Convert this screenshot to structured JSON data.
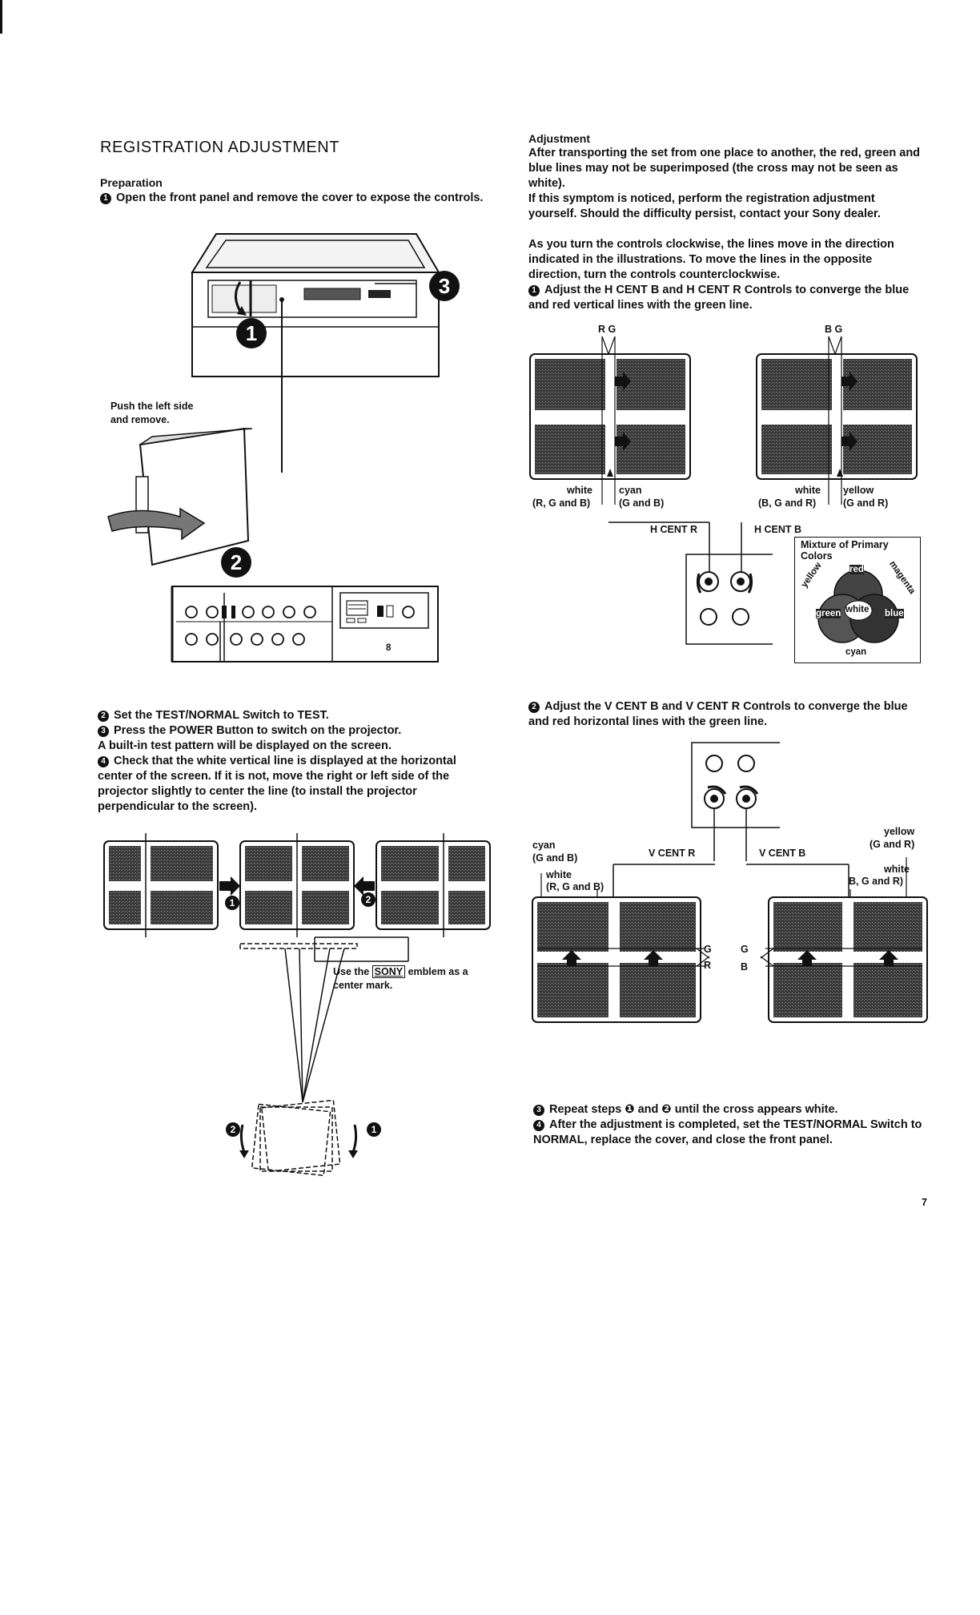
{
  "left": {
    "title": "REGISTRATION ADJUSTMENT",
    "preparation_heading": "Preparation",
    "step1": "Open the front panel and remove the cover to expose the controls.",
    "push_label_line1": "Push the left side",
    "push_label_line2": "and remove.",
    "step2": "Set the TEST/NORMAL Switch to TEST.",
    "step3a": "Press the POWER Button to switch on the projector.",
    "step3b": "A built-in test pattern will be displayed on the screen.",
    "step4": "Check that the white vertical line is displayed at the horizontal center of the screen. If it is not, move the right or left side of the projector slightly to center the line (to install the projector perpendicular to the screen).",
    "sony_label_pre": "Use the",
    "sony_word": "SONY",
    "sony_label_post": "emblem as a",
    "sony_label_line2": "center mark.",
    "panel_letter": "8"
  },
  "right": {
    "adjustment_heading": "Adjustment",
    "para1": "After transporting the set from one place to another, the red, green and blue lines may not be superimposed (the cross may not be seen as white).",
    "para2": "If this symptom is noticed, perform the registration adjustment yourself. Should the difficulty persist, contact your Sony dealer.",
    "para3": "As you turn the controls clockwise, the lines move in the direction indicated in the illustrations. To move the lines in the opposite direction, turn the controls counterclockwise.",
    "step1": "Adjust the H CENT B and H CENT R Controls to converge the blue and red vertical lines with the green line.",
    "rg_label": "R  G",
    "bg_label": "B  G",
    "white_rgb": "white",
    "white_rgb_sub": "(R, G and B)",
    "cyan": "cyan",
    "cyan_sub": "(G and B)",
    "white_bgr": "white",
    "white_bgr_sub": "(B, G and R)",
    "yellow": "yellow",
    "yellow_sub": "(G and R)",
    "hcent_r": "H CENT R",
    "hcent_b": "H CENT B",
    "mixture_line1": "Mixture of Primary",
    "mixture_line2": "Colors",
    "venn_red": "red",
    "venn_green": "green",
    "venn_blue": "blue",
    "venn_white": "white",
    "venn_yellow": "yellow",
    "venn_magenta": "magenta",
    "venn_cyan": "cyan",
    "step2": "Adjust the V CENT B and V CENT R Controls to converge the blue and red horizontal lines with the green line.",
    "v_cyan": "cyan",
    "v_cyan_sub": "(G and B)",
    "v_white": "white",
    "v_white_sub": "(R, G and B)",
    "vcent_r": "V CENT R",
    "vcent_b": "V CENT B",
    "v_yellow": "yellow",
    "v_yellow_sub": "(G and R)",
    "v_white2": "white",
    "v_white2_sub": "B, G and R)",
    "g1": "G",
    "r1": "R",
    "g2": "G",
    "b2": "B",
    "step3": "Repeat steps ❶ and ❷ until the cross appears white.",
    "step4": "After the adjustment is completed, set the TEST/NORMAL Switch to NORMAL, replace the cover, and close the front panel."
  },
  "page_number": "7",
  "markers": {
    "n1": "1",
    "n2": "2",
    "n3": "3",
    "n4": "4"
  }
}
